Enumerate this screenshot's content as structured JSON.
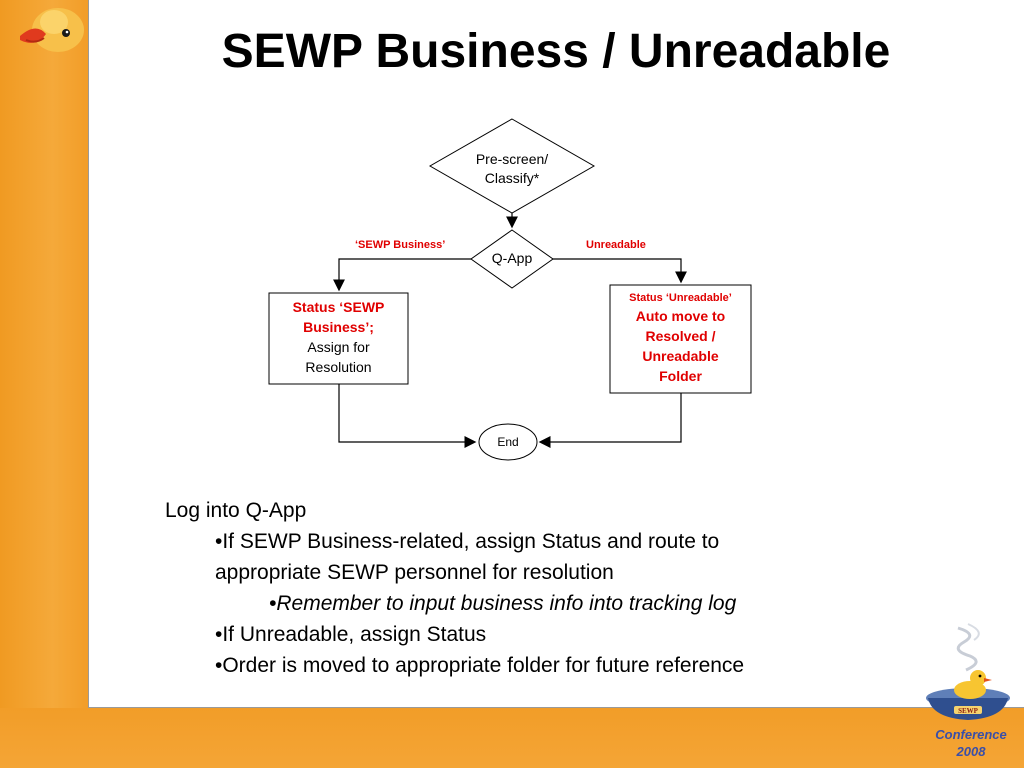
{
  "slide": {
    "title": "SEWP Business / Unreadable"
  },
  "diagram": {
    "nodes": {
      "prescreen_line1": "Pre-screen/",
      "prescreen_line2": "Classify*",
      "qapp": "Q-App",
      "business_line1": "Status ‘SEWP",
      "business_line2": "Business’;",
      "business_line3": "Assign for",
      "business_line4": "Resolution",
      "unreadable_line1": "Status ‘Unreadable’",
      "unreadable_line2": "Auto move to",
      "unreadable_line3": "Resolved /",
      "unreadable_line4": "Unreadable",
      "unreadable_line5": "Folder",
      "end": "End"
    },
    "edge_labels": {
      "business": "‘SEWP Business’",
      "unreadable": "Unreadable"
    }
  },
  "bullets": {
    "heading": "Log into Q-App",
    "item1_line1": "•If SEWP Business-related, assign Status and route to",
    "item1_line2": "appropriate SEWP personnel for resolution",
    "item1_sub": "•Remember to input business info into tracking log",
    "item2": "•If Unreadable, assign Status",
    "item3": "•Order is moved to appropriate folder for future reference"
  },
  "logo": {
    "badge_text": "SEWP",
    "line1": "Conference",
    "line2": "2008"
  },
  "colors": {
    "frame": "#f3a233",
    "accent_red": "#e00000",
    "logo_text": "#3a4fa8"
  }
}
